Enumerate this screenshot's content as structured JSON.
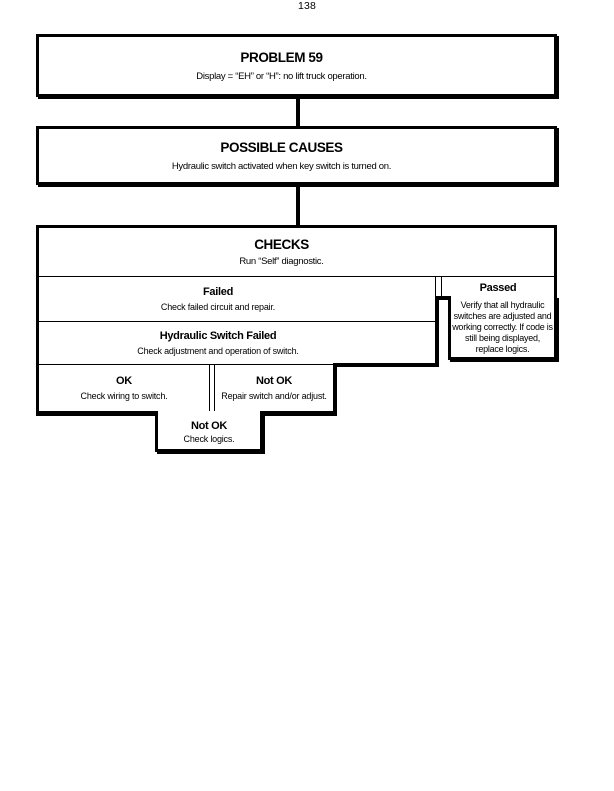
{
  "problem": {
    "title": "PROBLEM 59",
    "description": "Display = “EH” or “H”: no lift truck operation."
  },
  "causes": {
    "title": "POSSIBLE CAUSES",
    "description": "Hydraulic switch activated when key switch is turned on."
  },
  "checks": {
    "title": "CHECKS",
    "subtitle": "Run “Self” diagnostic.",
    "failed": {
      "label": "Failed",
      "action": "Check failed circuit and repair."
    },
    "passed": {
      "label": "Passed",
      "action": "Verify that all hydraulic switches are adjusted and working correctly. If code is still being displayed, replace logics."
    },
    "hydraulic_switch_failed": {
      "label": "Hydraulic Switch Failed",
      "action": "Check adjustment and operation of switch."
    },
    "ok": {
      "label": "OK",
      "action": "Check wiring to switch."
    },
    "not_ok": {
      "label": "Not OK",
      "action": "Repair switch and/or adjust."
    },
    "not_ok_logics": {
      "label": "Not OK",
      "action": "Check logics."
    }
  },
  "page": {
    "number": "138"
  }
}
